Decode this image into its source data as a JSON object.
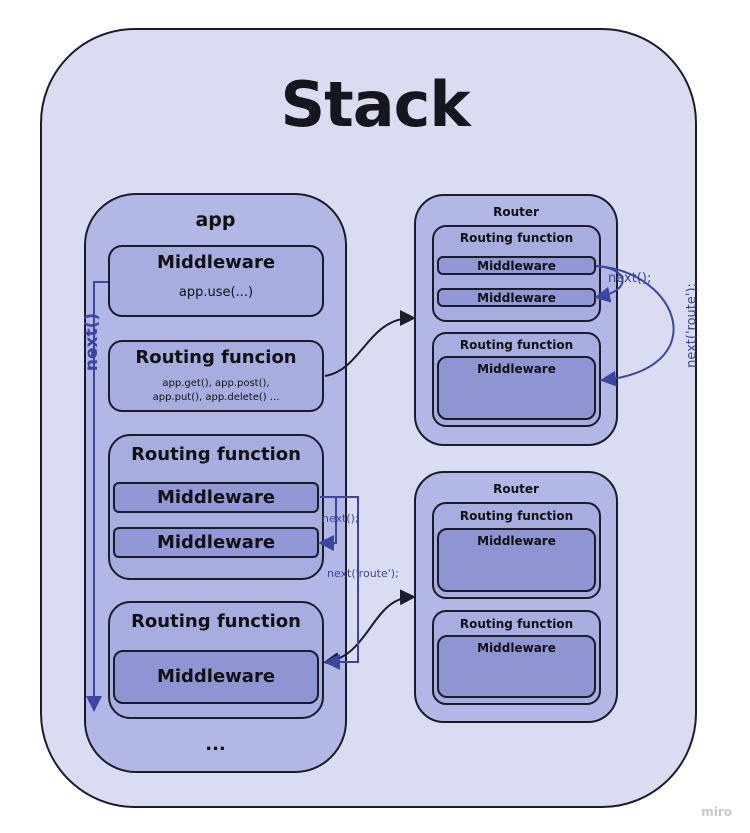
{
  "title": "Stack",
  "app": {
    "label": "app",
    "middleware_card": {
      "title": "Middleware",
      "code": "app.use(...)"
    },
    "routing_card": {
      "title": "Routing funcion",
      "code_line1": "app.get(), app.post(),",
      "code_line2": "app.put(), app.delete() ..."
    },
    "routing_fn_1": {
      "title": "Routing function",
      "mw_a": "Middleware",
      "mw_b": "Middleware"
    },
    "routing_fn_2": {
      "title": "Routing function",
      "mw": "Middleware"
    },
    "ellipsis": "..."
  },
  "router_top": {
    "label": "Router",
    "fn1": {
      "title": "Routing function",
      "mw_a": "Middleware",
      "mw_b": "Middleware"
    },
    "fn2": {
      "title": "Routing function",
      "mw": "Middleware"
    }
  },
  "router_bottom": {
    "label": "Router",
    "fn1": {
      "title": "Routing function",
      "mw": "Middleware"
    },
    "fn2": {
      "title": "Routing function",
      "mw": "Middleware"
    }
  },
  "annotations": {
    "next_vertical": "next()",
    "next_top": "next();",
    "next_route_side": "next('route');",
    "next_mid": "next();",
    "next_route_mid": "next('route');"
  },
  "colors": {
    "arrow": "#3b46a3",
    "connector": "#1c1c28"
  },
  "watermark": "miro"
}
